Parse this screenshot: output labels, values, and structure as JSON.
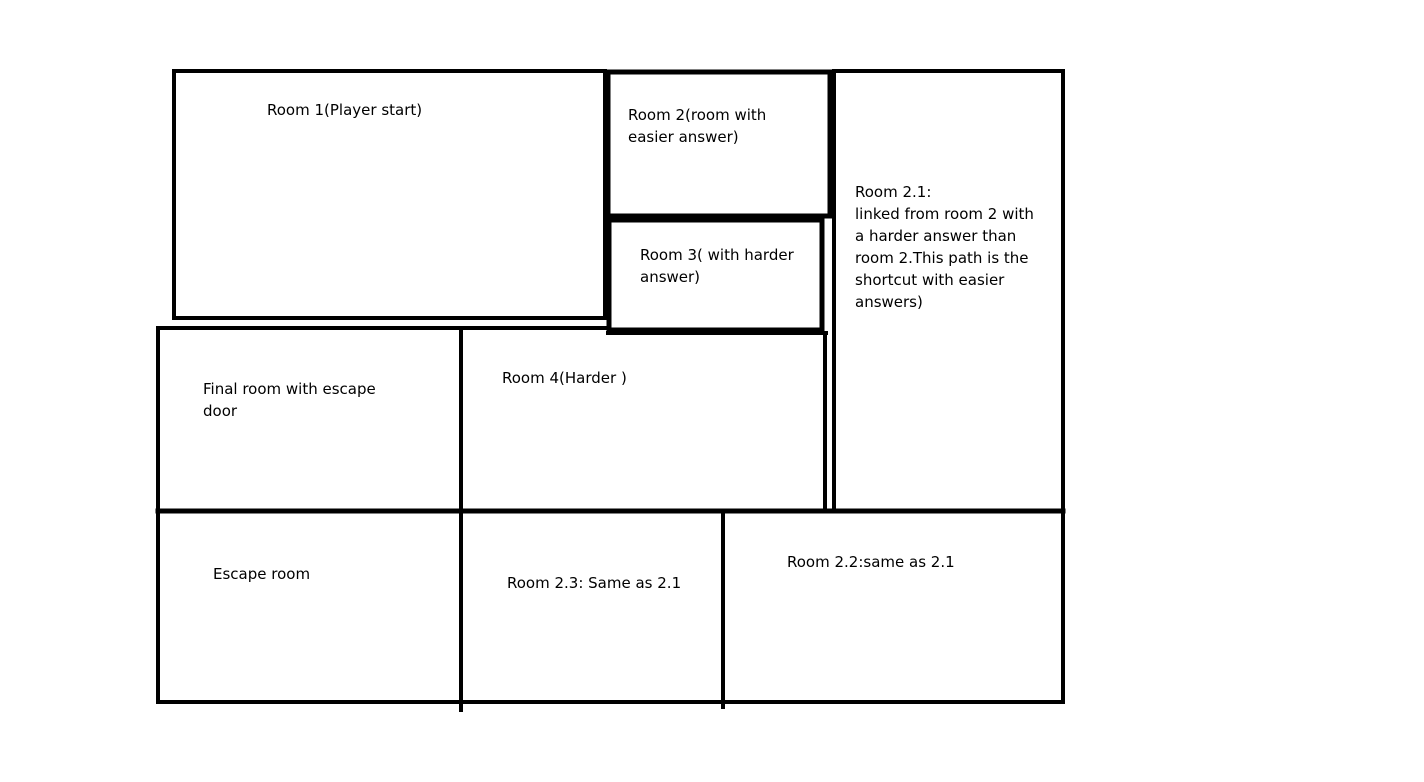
{
  "colors": {
    "background": "#ffffff",
    "line": "#000000",
    "text": "#000000"
  },
  "rooms": {
    "room_1": [
      "Room 1(Player start)"
    ],
    "room_2": [
      "Room 2(room with",
      "easier answer)"
    ],
    "room_3": [
      "Room 3( with harder",
      "answer)"
    ],
    "room_2_1": [
      "Room 2.1:",
      "linked from room 2 with",
      "a harder answer than",
      "room 2.This path is the",
      "shortcut with easier",
      "answers)"
    ],
    "final_room": [
      "Final room with escape",
      "door"
    ],
    "room_4": [
      "Room 4(Harder )"
    ],
    "escape_room": [
      "Escape room"
    ],
    "room_2_3": [
      "Room 2.3: Same as 2.1"
    ],
    "room_2_2": [
      "Room 2.2:same as 2.1"
    ]
  }
}
